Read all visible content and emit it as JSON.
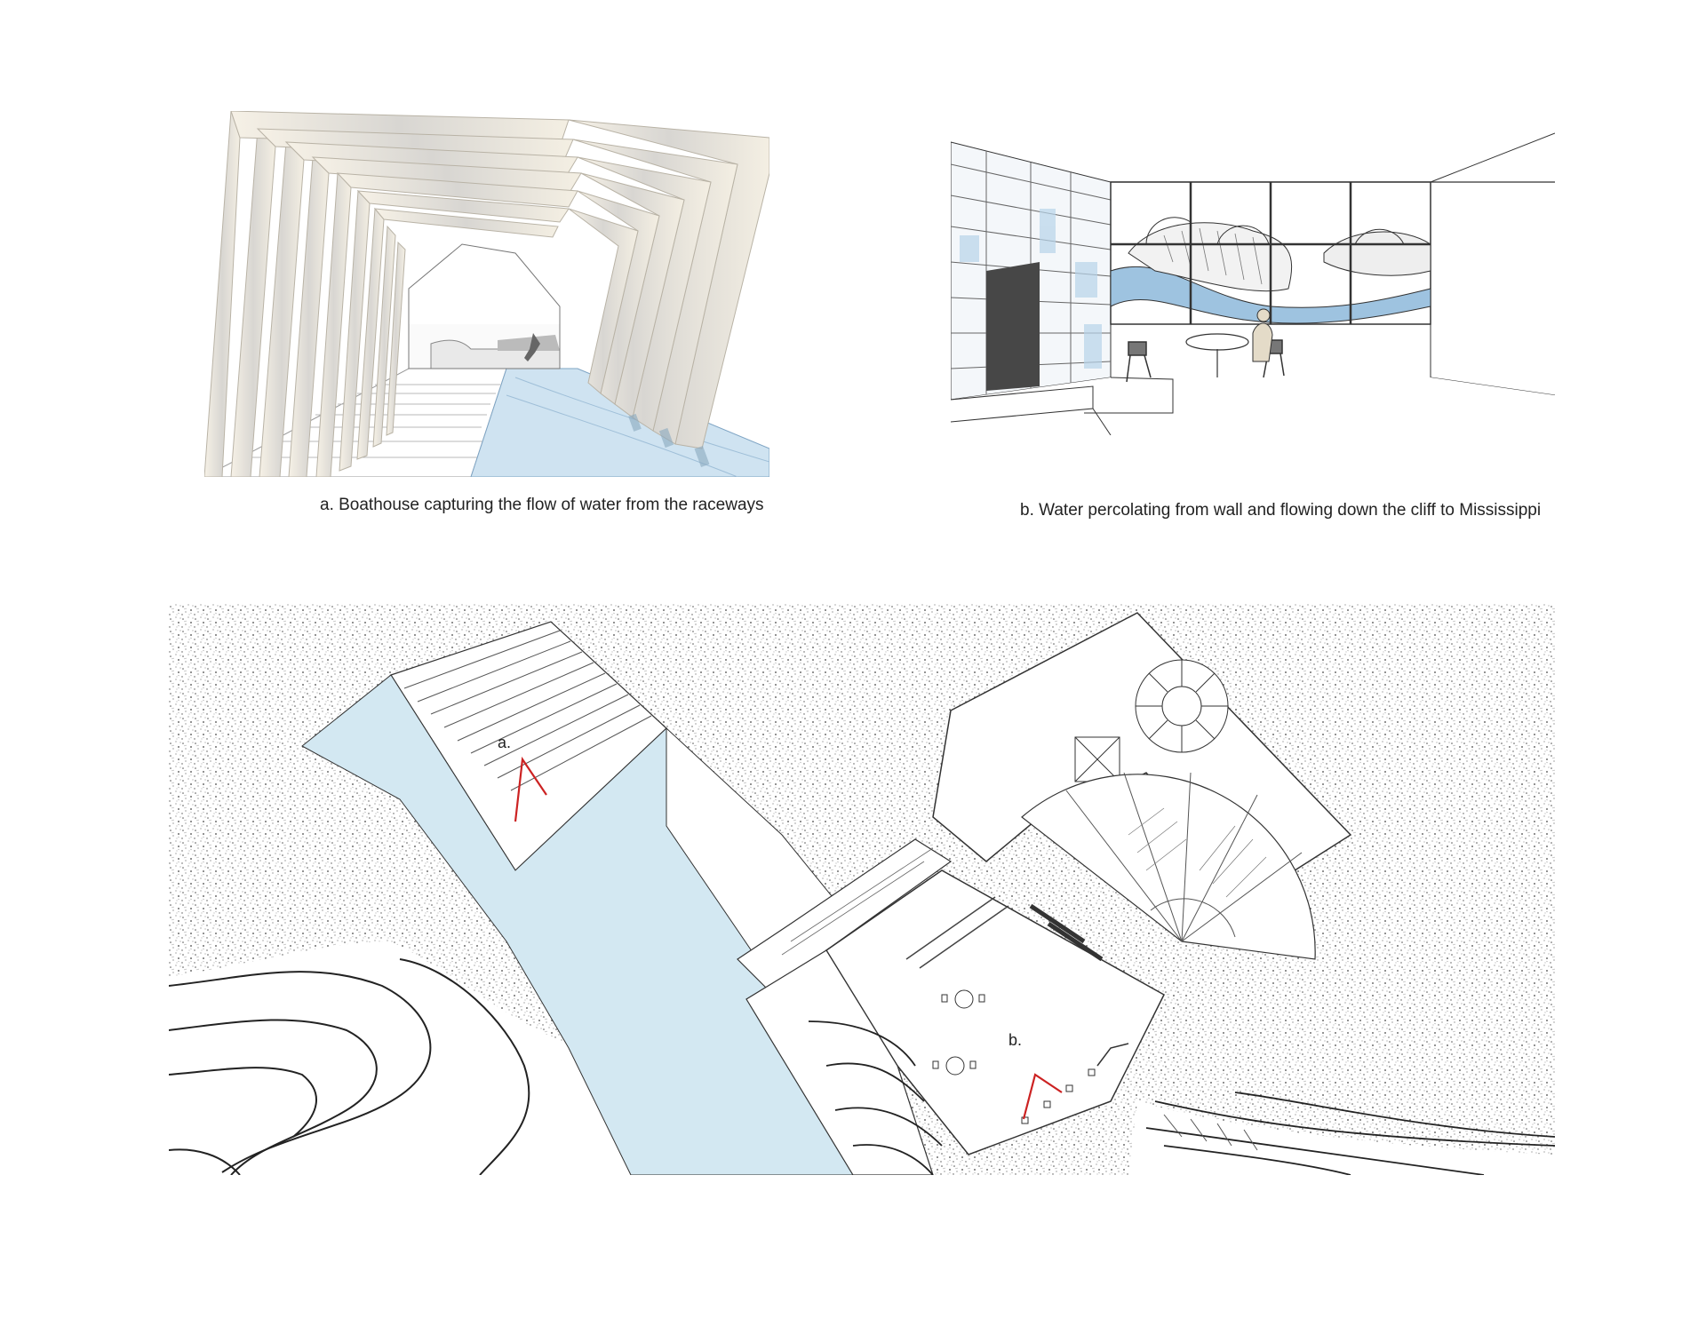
{
  "captions": {
    "a": "a.  Boathouse capturing the flow of water from the raceways",
    "b": "b.  Water percolating from wall and flowing down the cliff to Mississippi"
  },
  "plan_markers": {
    "a": "a.",
    "b": "b."
  },
  "colors": {
    "water": "#d3e8f2",
    "beam": "#efe9dc",
    "marker": "#cc2222",
    "wall": "#4a4a4a"
  }
}
